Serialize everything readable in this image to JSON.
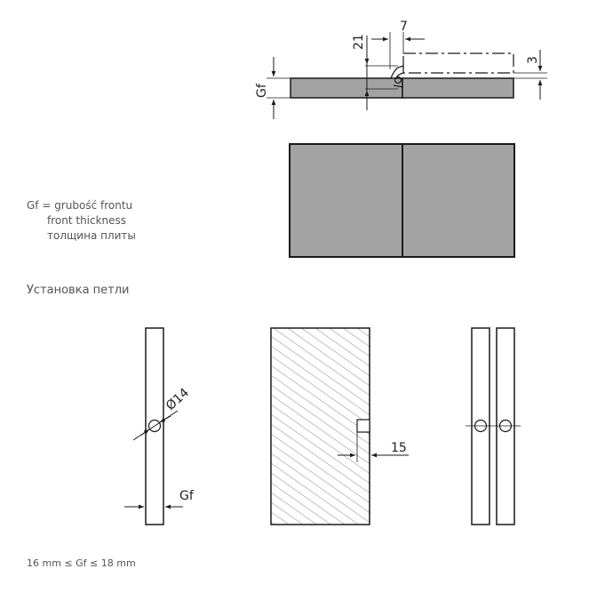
{
  "legend": {
    "line1": "Gf = grubość frontu",
    "line2": "front thickness",
    "line3": "толщина плиты"
  },
  "section_title": "Установка петли",
  "footnote": "16 mm ≤ Gf ≤ 18 mm",
  "dims": {
    "top_21": "21",
    "top_7": "7",
    "top_3": "3",
    "top_gf": "Gf",
    "hole_dia": "Ø14",
    "edge_gf": "Gf",
    "offset_15": "15"
  },
  "colors": {
    "panel_fill": "#a3a3a3",
    "stroke": "#1a1a1a"
  }
}
